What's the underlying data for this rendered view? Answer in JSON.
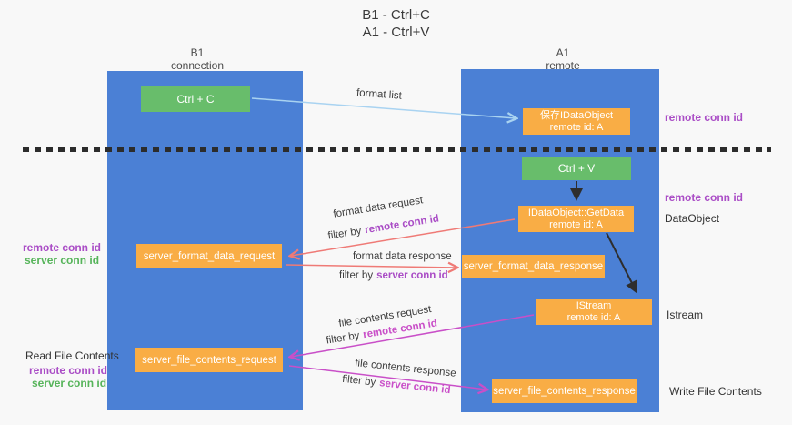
{
  "title": {
    "line1": "B1 - Ctrl+C",
    "line2": "A1 - Ctrl+V"
  },
  "columns": {
    "left": {
      "name": "B1",
      "role": "connection"
    },
    "right": {
      "name": "A1",
      "role": "remote"
    }
  },
  "boxes": {
    "ctrl_c": "Ctrl + C",
    "ctrl_v": "Ctrl + V",
    "save_dataobject": {
      "line1": "保存IDataObject",
      "line2": "remote id: A"
    },
    "getdata": {
      "line1": "IDataObject::GetData",
      "line2": "remote id: A"
    },
    "istream": {
      "line1": "IStream",
      "line2": "remote id: A"
    },
    "format_request": "server_format_data_request",
    "format_response": "server_format_data_response",
    "file_request": "server_file_contents_request",
    "file_response": "server_file_contents_response"
  },
  "arrow_labels": {
    "format_list": "format list",
    "format_data_request": "format data request",
    "format_data_response": "format data response",
    "file_contents_request": "file contents request",
    "file_contents_response": "file contents response",
    "filter_by": "filter by",
    "remote_conn_id": "remote conn id",
    "server_conn_id": "server conn id"
  },
  "side_labels": {
    "right_top_remote": "remote conn id",
    "right_mid_remote": "remote conn id",
    "dataobject": "DataObject",
    "istream": "Istream",
    "write_file": "Write File Contents",
    "left_format_remote": "remote conn id",
    "left_format_server": "server conn id",
    "read_file": "Read File Contents",
    "left_file_remote": "remote conn id",
    "left_file_server": "server conn id"
  },
  "colors": {
    "column_blue": "#4b80d5",
    "box_green": "#68bd6b",
    "box_orange": "#f9ad45",
    "arrow_light_blue": "#a9d3f1",
    "arrow_salmon": "#ef7a76",
    "arrow_magenta": "#c94fc8",
    "arrow_black": "#2e2e2e",
    "label_purple": "#aa4dc6",
    "label_green": "#56b45a",
    "background": "#f8f8f8"
  }
}
